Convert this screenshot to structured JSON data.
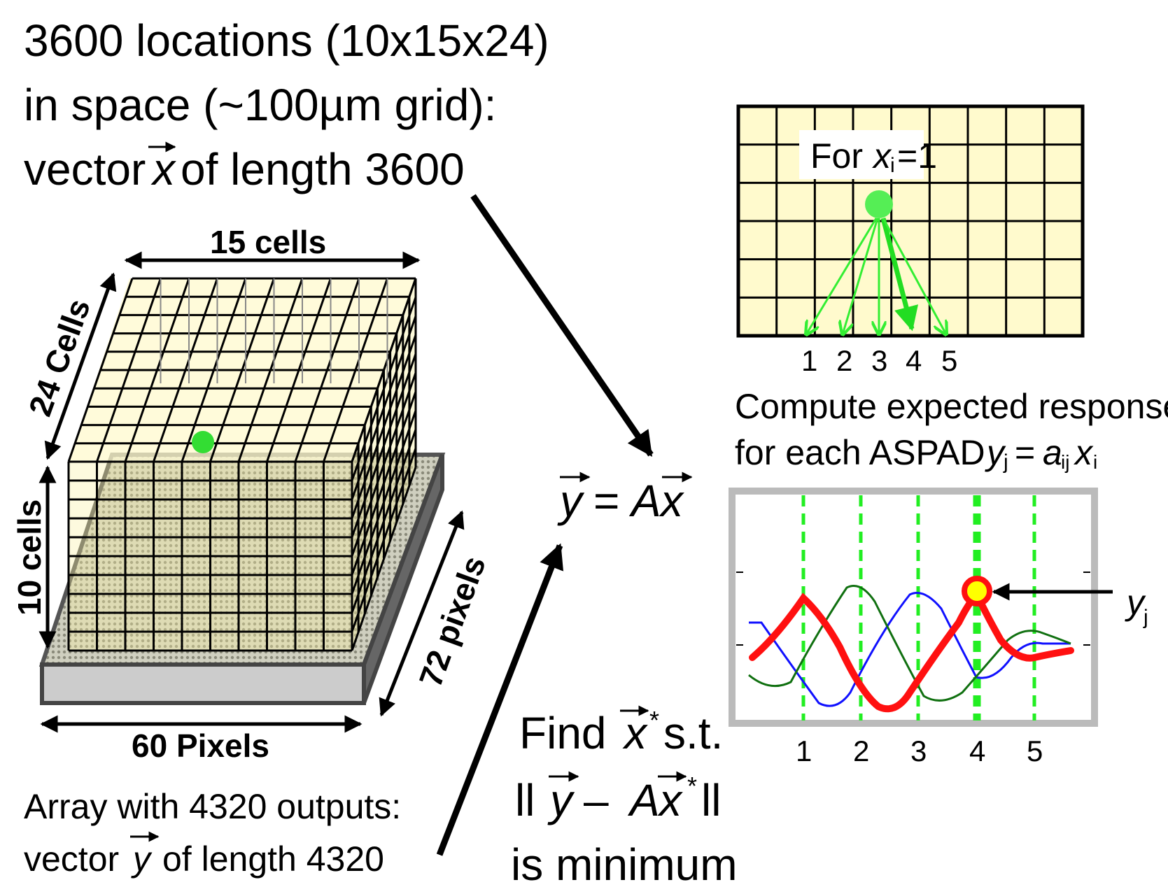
{
  "header": {
    "line1": "3600 locations (10x15x24)",
    "line2": "in space (~100µm grid):",
    "line3_prefix": "vector",
    "line3_var": "x",
    "line3_suffix": "of length 3600"
  },
  "cube": {
    "top_label": "15 cells",
    "depth_label": "24 Cells",
    "height_label": "10 cells",
    "array_width_label": "60 Pixels",
    "array_depth_label": "72 pixels"
  },
  "array_text": {
    "line1": "Array with 4320 outputs:",
    "line2_prefix": "vector",
    "line2_var": "y",
    "line2_suffix": "of length 4320"
  },
  "equation": {
    "lhs": "y",
    "eq": "=",
    "A": "A",
    "rhs": "x"
  },
  "find": {
    "line1_find": "Find",
    "line1_var": "x",
    "line1_star": "*",
    "line1_st": "s.t.",
    "line2_norm_l": "ll",
    "line2_y": "y",
    "line2_minus": "–",
    "line2_A": "A",
    "line2_x": "x",
    "line2_star": "*",
    "line2_norm_r": "ll",
    "line3": "is minimum"
  },
  "grid_panel": {
    "label_prefix": "For",
    "label_var": "x",
    "label_sub": "i",
    "label_suffix": "=1",
    "numbers": [
      "1",
      "2",
      "3",
      "4",
      "5"
    ],
    "fill_color": "#fffacd",
    "arrow_color": "#33ee33"
  },
  "compute_text": {
    "line1": "Compute expected response",
    "line2_prefix": "for each ASPAD",
    "line2_y": "y",
    "line2_ysub": "j",
    "line2_eq": "=",
    "line2_a": "a",
    "line2_asub": "ij",
    "line2_x": "x",
    "line2_xsub": "i"
  },
  "plot": {
    "x_ticks": [
      "1",
      "2",
      "3",
      "4",
      "5"
    ],
    "yj_label": "y",
    "yj_sub": "j",
    "colors": {
      "red_curve": "#ff1010",
      "blue_curve": "#1010ff",
      "green_curve": "#107010",
      "dashed": "#22ee22",
      "marker_fill": "#ffff00"
    }
  }
}
